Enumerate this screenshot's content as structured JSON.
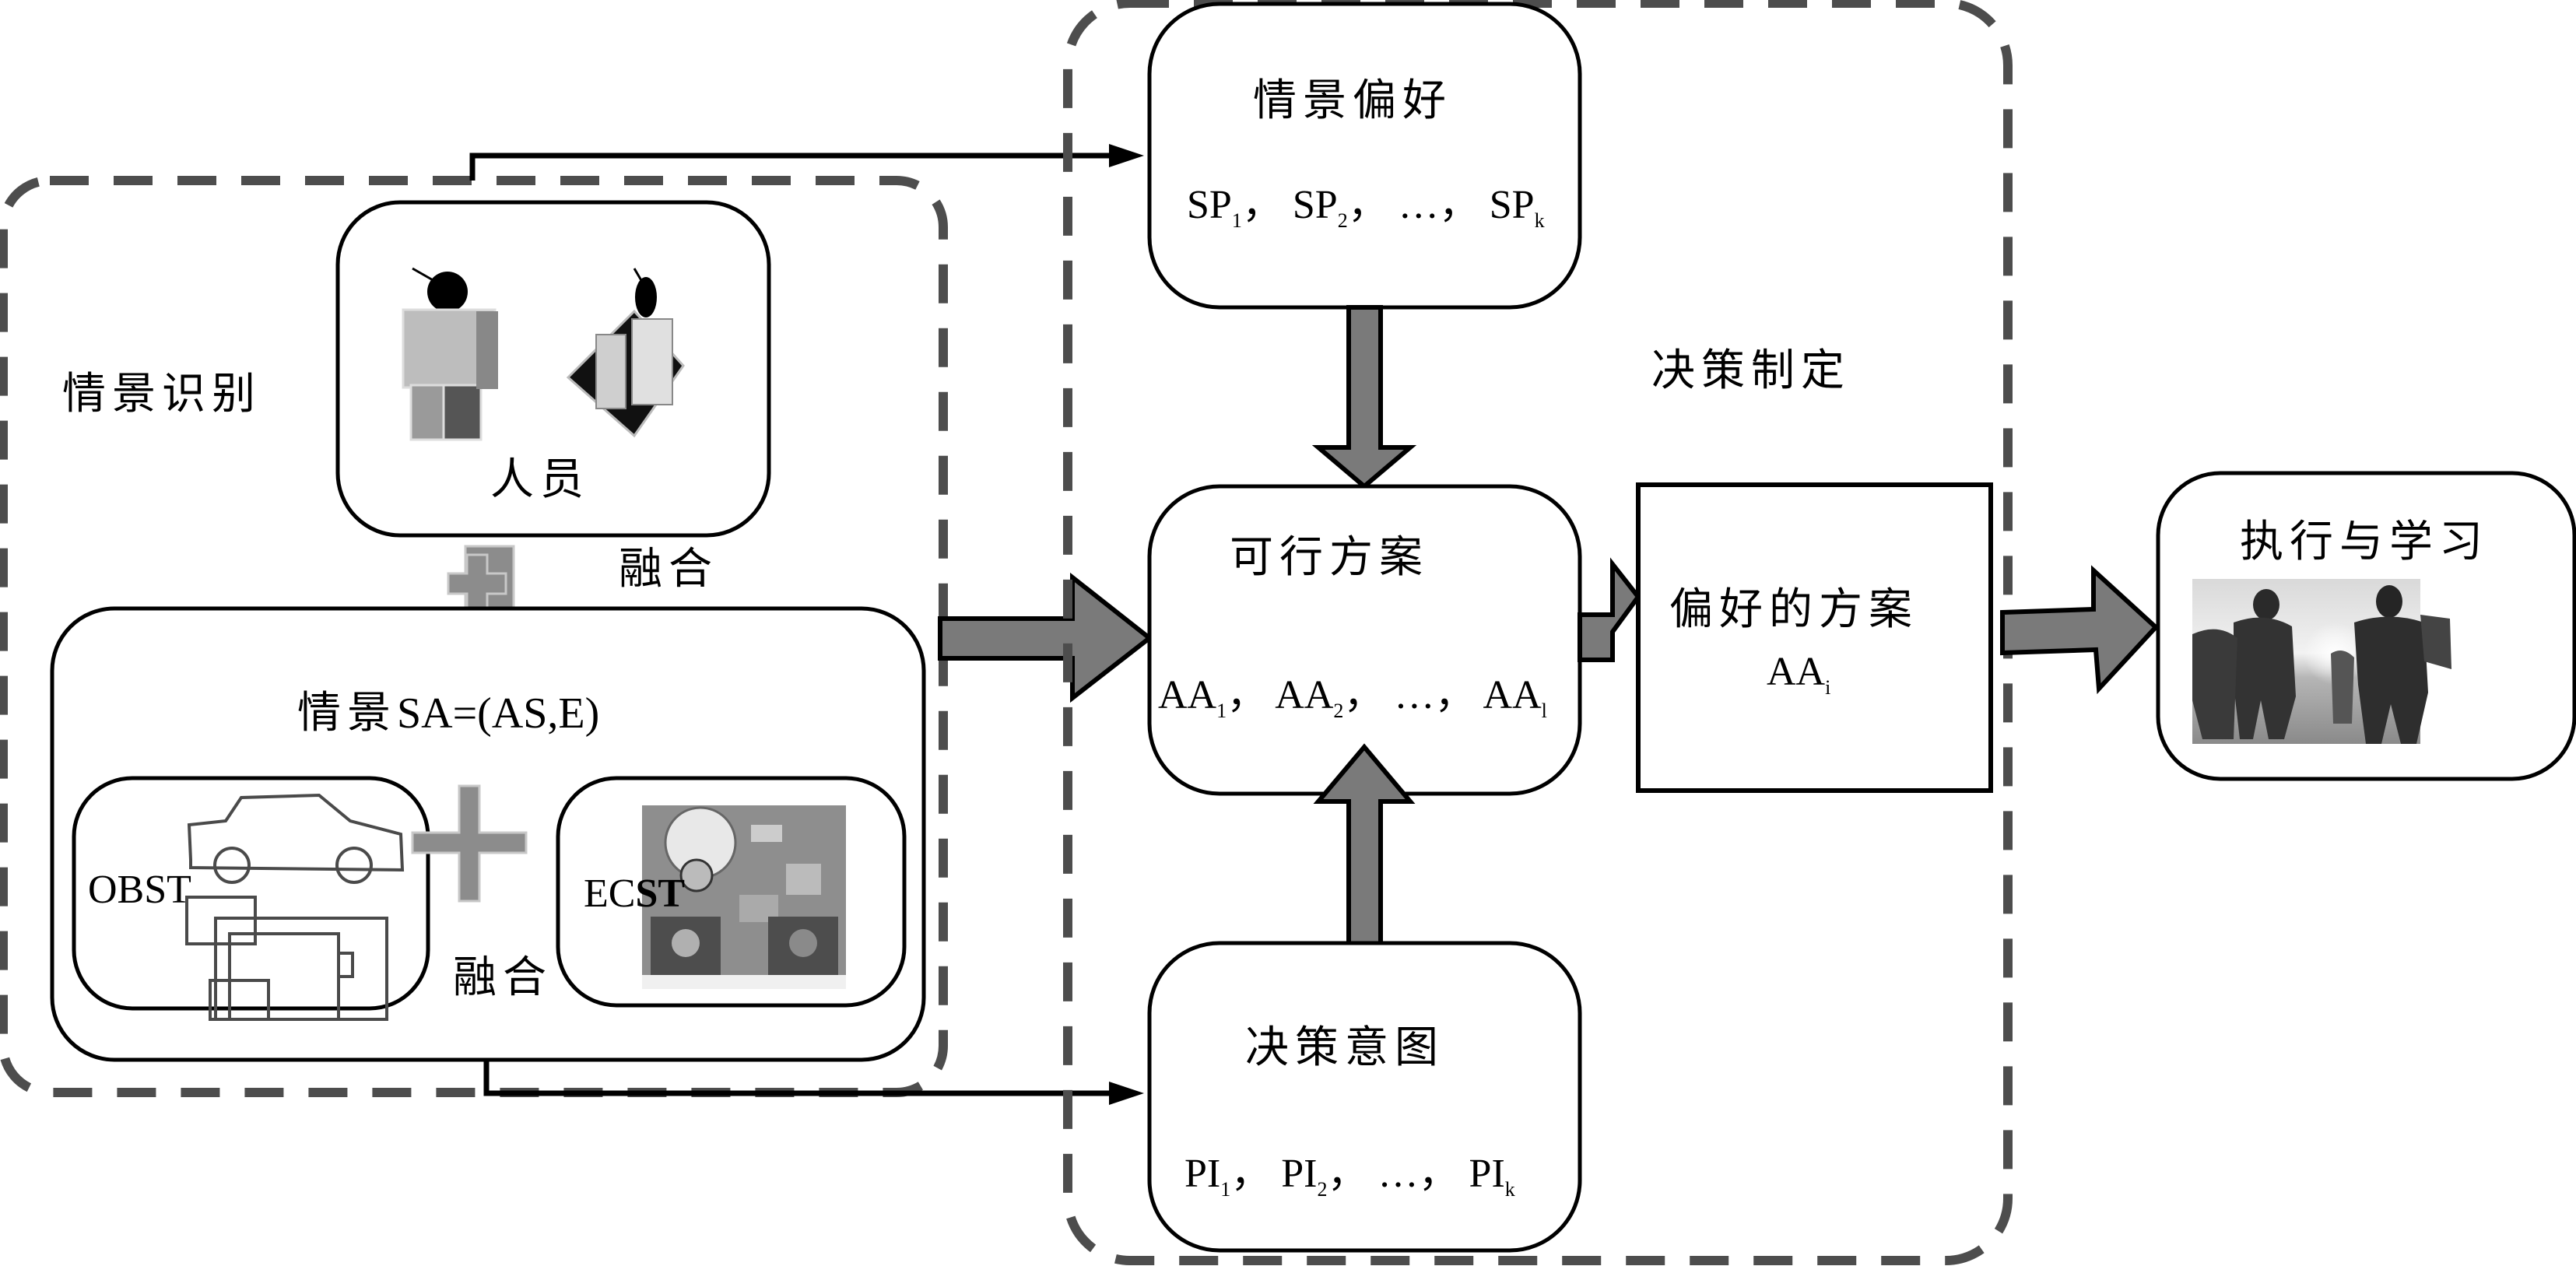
{
  "diagram": {
    "situation_recognition": {
      "title": "情景识别",
      "personnel": {
        "label": "人员",
        "icons": [
          "standing-person-icon",
          "kneeling-person-icon"
        ]
      },
      "fusion_label_top": "融合",
      "situation": {
        "title_prefix": "情景",
        "title_formula": "SA=(AS,E)",
        "obst": {
          "label": "OBST",
          "icons": [
            "car-icon",
            "vehicle-equipment-icon"
          ]
        },
        "fusion_label_bottom": "融合",
        "ecst": {
          "label_thin": "EC",
          "label_bold": "ST",
          "icons": [
            "globe-network-icon",
            "sunny-weather-icon",
            "rainy-weather-icon"
          ]
        }
      }
    },
    "decision_making": {
      "title": "决策制定",
      "situation_preference": {
        "title": "情景偏好",
        "items": [
          {
            "base": "SP",
            "sub": "1"
          },
          {
            "base": "SP",
            "sub": "2"
          },
          {
            "base": "…",
            "sub": ""
          },
          {
            "base": "SP",
            "sub": "k"
          }
        ]
      },
      "feasible_alternatives": {
        "title": "可行方案",
        "items": [
          {
            "base": "AA",
            "sub": "1"
          },
          {
            "base": "AA",
            "sub": "2"
          },
          {
            "base": "…",
            "sub": ""
          },
          {
            "base": "AA",
            "sub": "l"
          }
        ]
      },
      "decision_intent": {
        "title": "决策意图",
        "items": [
          {
            "base": "PI",
            "sub": "1"
          },
          {
            "base": "PI",
            "sub": "2"
          },
          {
            "base": "…",
            "sub": ""
          },
          {
            "base": "PI",
            "sub": "k"
          }
        ]
      },
      "preferred_alternative": {
        "title": "偏好的方案",
        "value_base": "AA",
        "value_sub": "i"
      }
    },
    "execution": {
      "title": "执行与学习",
      "image": "soldiers-walking-photo"
    },
    "separator": "，"
  }
}
